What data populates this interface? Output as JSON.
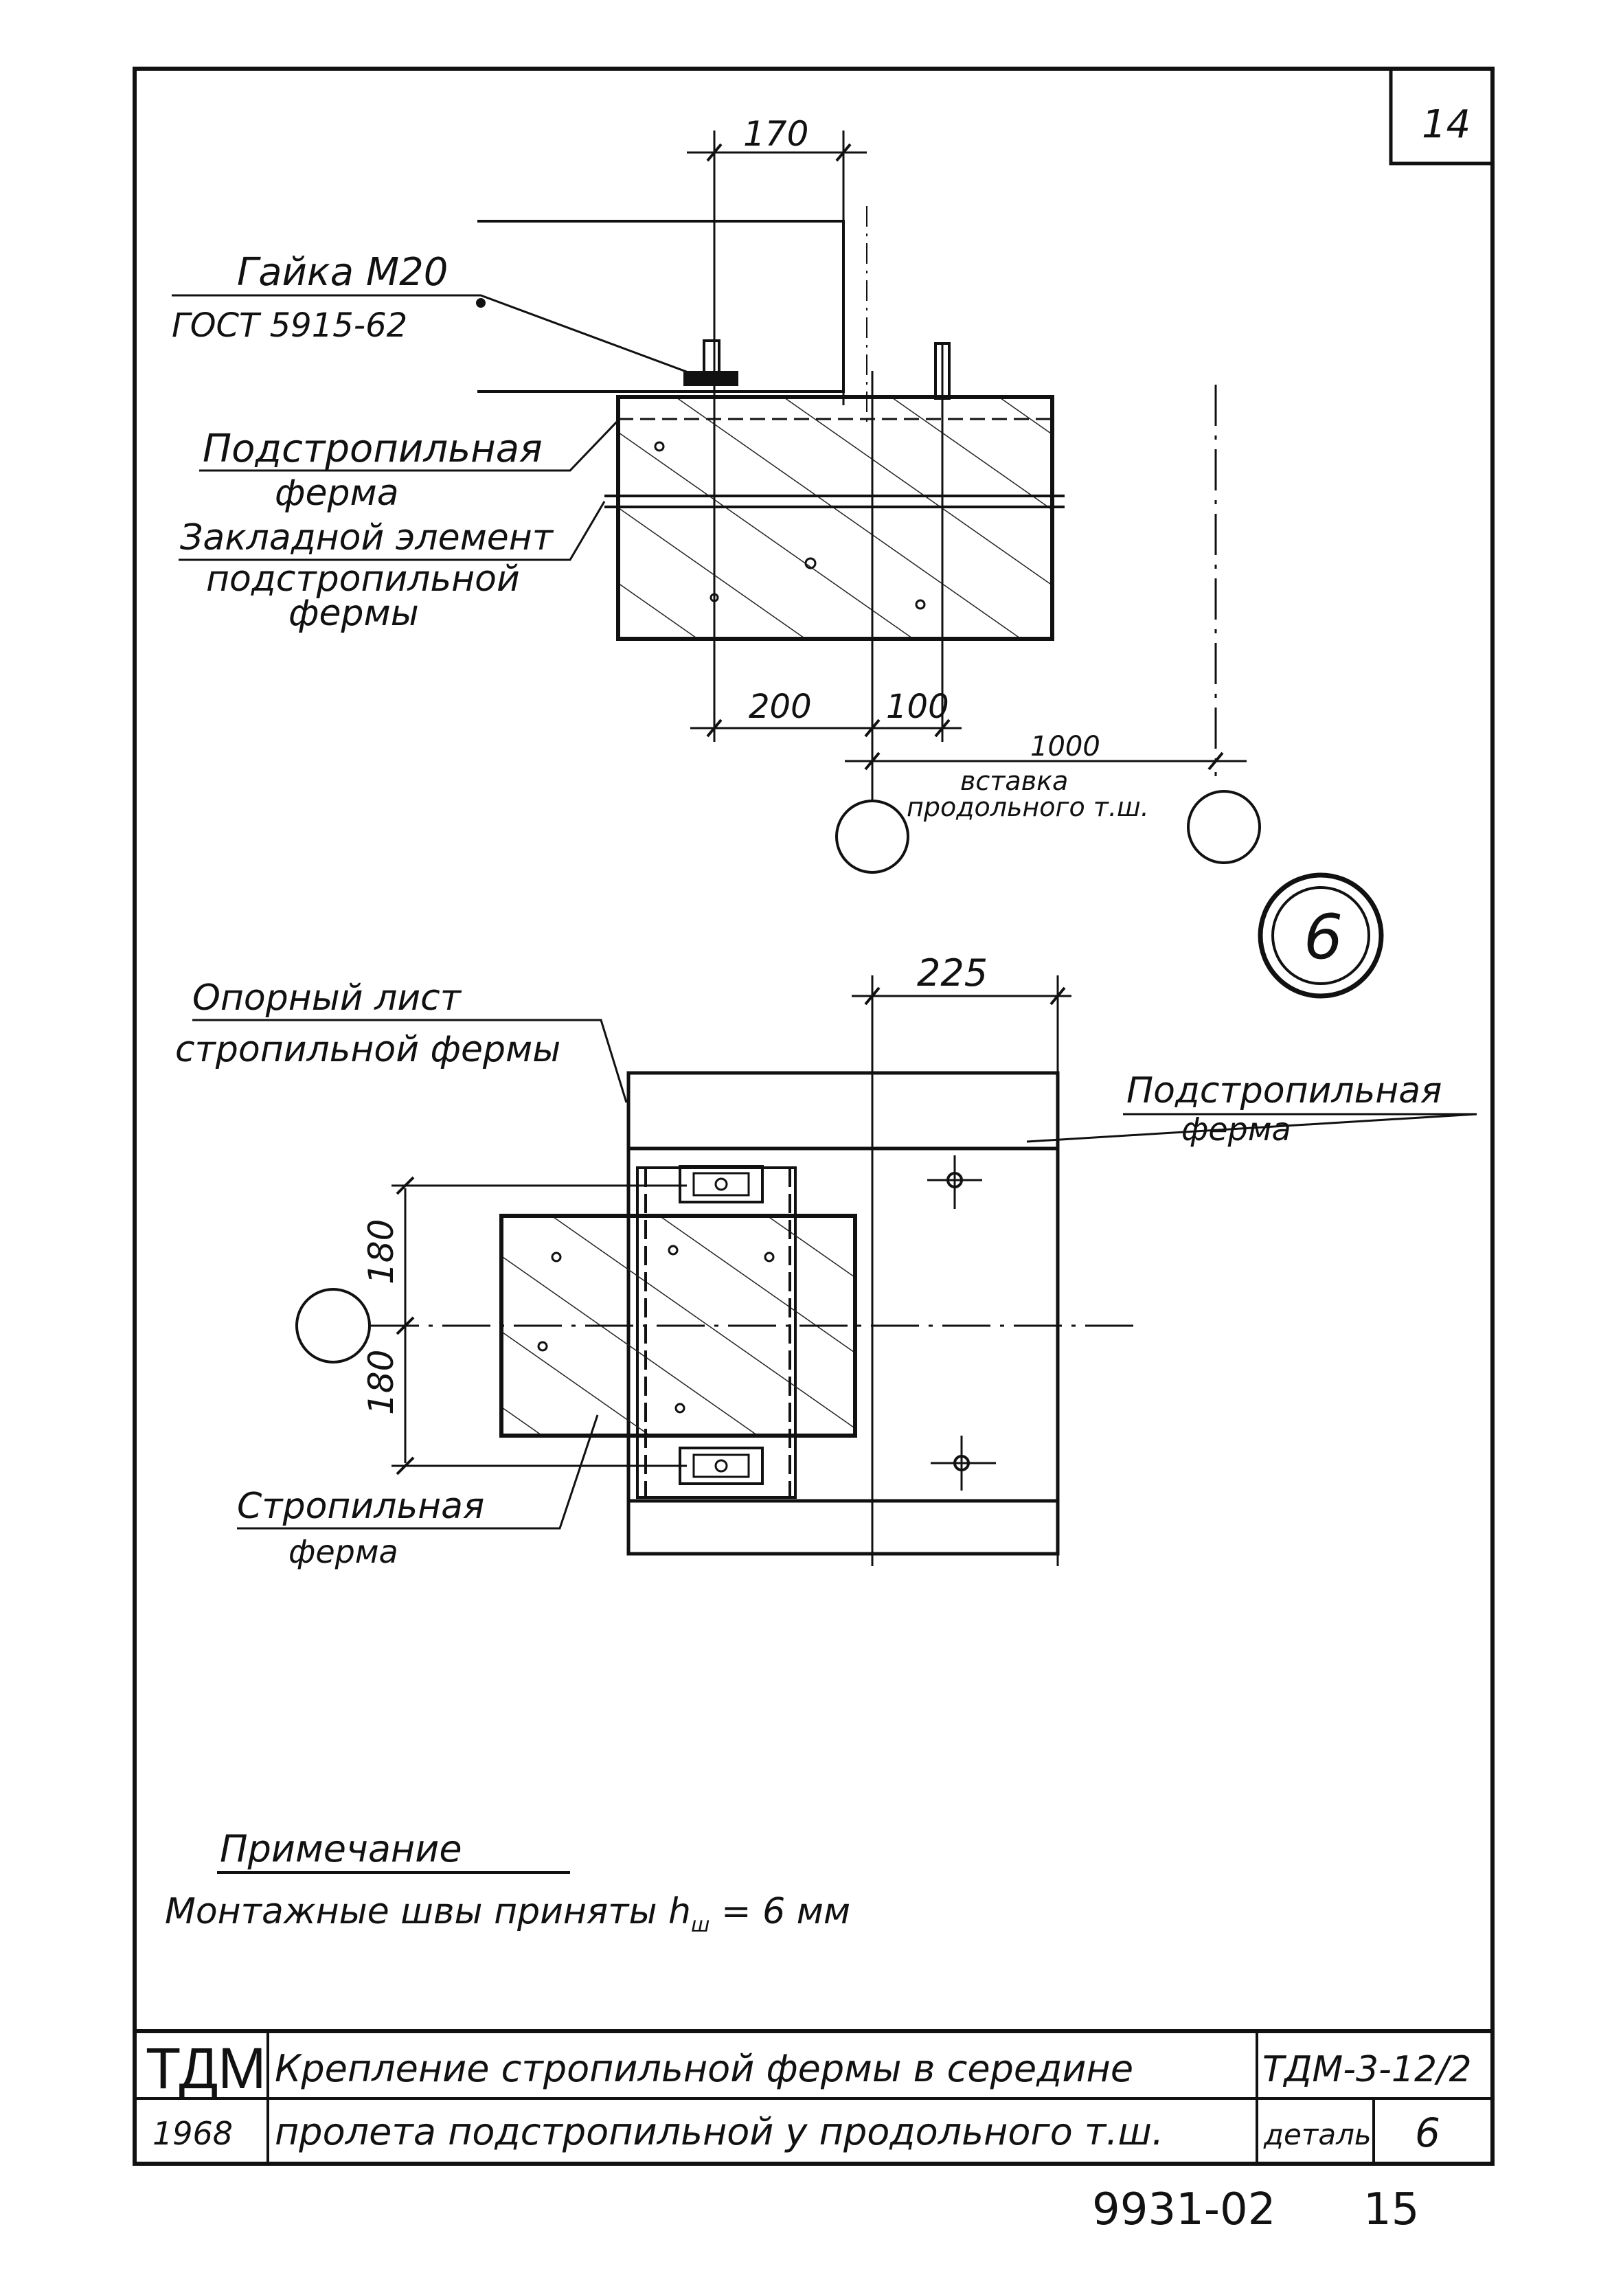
{
  "sheet": {
    "page_number": "14",
    "footer_code": "9931-02",
    "footer_page": "15"
  },
  "top_view": {
    "dims": {
      "d170": "170",
      "d200": "200",
      "d100": "100",
      "d1000": "1000"
    },
    "labels": {
      "nut_line1": "Гайка М20",
      "nut_line2": "ГОСТ 5915-62",
      "truss_line1": "Подстропильная",
      "truss_line2": "ферма",
      "embed_line1": "Закладной элемент",
      "embed_line2": "подстропильной",
      "embed_line3": "фермы",
      "insert_line1": "вставка",
      "insert_line2": "продольного т.ш."
    }
  },
  "detail_mark": "6",
  "plan_view": {
    "dims": {
      "d225": "225",
      "d180a": "180",
      "d180b": "180"
    },
    "labels": {
      "support_line1": "Опорный лист",
      "support_line2": "стропильной фермы",
      "subtruss_line1": "Подстропильная",
      "subtruss_line2": "ферма",
      "rafter_line1": "Стропильная",
      "rafter_line2": "ферма"
    }
  },
  "note": {
    "heading": "Примечание",
    "text_prefix": "Монтажные швы приняты h",
    "text_sub": "ш",
    "text_suffix": " = 6 мм"
  },
  "title_block": {
    "org": "ТДМ",
    "year": "1968",
    "title_line1": "Крепление стропильной фермы в середине",
    "title_line2": "пролета подстропильной у продольного т.ш.",
    "doc_code": "ТДМ-3-12/2",
    "detail_label": "деталь",
    "detail_number": "6"
  }
}
